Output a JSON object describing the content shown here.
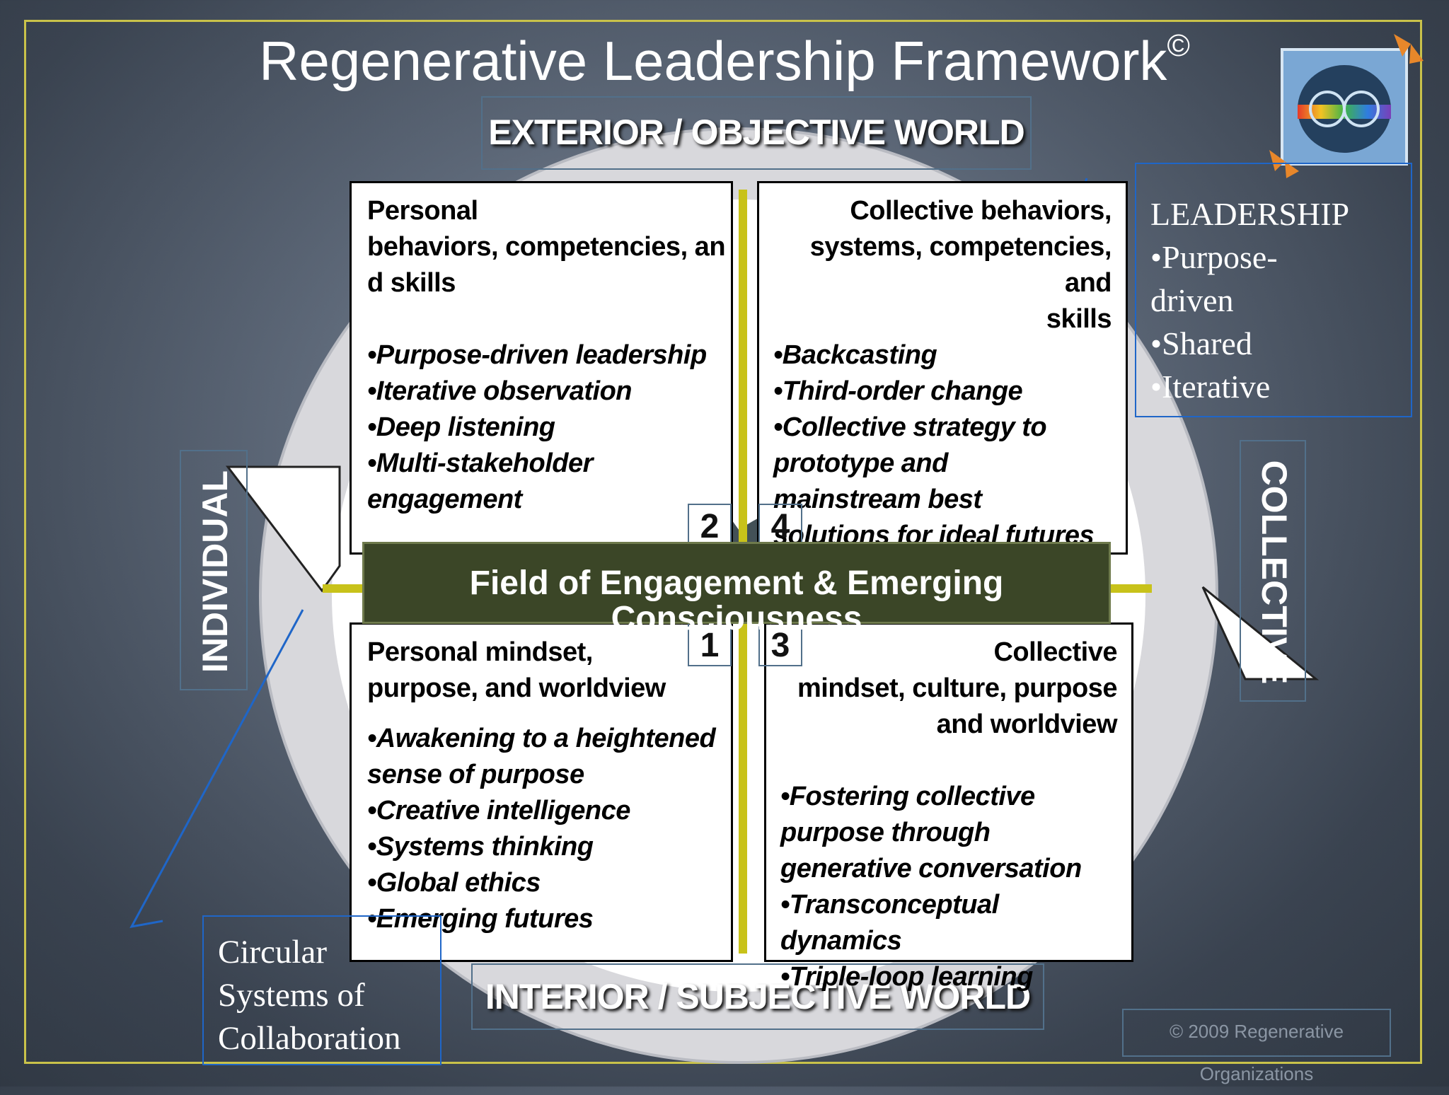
{
  "title": "Regenerative Leadership Framework",
  "title_mark": "©",
  "labels": {
    "exterior": "EXTERIOR / OBJECTIVE WORLD",
    "interior": "INTERIOR / SUBJECTIVE WORLD",
    "individual": "INDIVIDUAL",
    "collective": "COLLECTIVE"
  },
  "quadrants": {
    "q2": {
      "number": "2",
      "heading_lines": [
        "Personal",
        "behaviors, competencies, an",
        "d skills"
      ],
      "items": [
        "•Purpose-driven leadership",
        "•Iterative observation",
        "•Deep listening",
        "•Multi-stakeholder engagement"
      ]
    },
    "q4": {
      "number": "4",
      "heading_lines": [
        "Collective behaviors,",
        "systems, competencies, and",
        "skills"
      ],
      "items": [
        "•Backcasting",
        "•Third-order change",
        "•Collective strategy to prototype and mainstream best solutions for ideal futures (triple top line)"
      ]
    },
    "q1": {
      "number": "1",
      "heading_lines": [
        "Personal mindset,",
        "purpose,  and worldview"
      ],
      "items": [
        "•Awakening to a heightened sense of purpose",
        "•Creative intelligence",
        "•Systems thinking",
        "•Global ethics",
        "•Emerging futures"
      ]
    },
    "q3": {
      "number": "3",
      "heading_lines": [
        "Collective",
        "mindset, culture,  purpose",
        "and worldview"
      ],
      "items": [
        "•Fostering collective purpose through generative conversation",
        "•Transconceptual dynamics",
        "•Triple-loop learning"
      ]
    }
  },
  "field": "Field of Engagement & Emerging Consciousness",
  "leadership": {
    "heading": "LEADERSHIP",
    "items": [
      "•Purpose-driven",
      "•Shared",
      "•Iterative"
    ]
  },
  "circular": "Circular Systems of Collaboration",
  "copyright": "© 2009 Regenerative Organizations",
  "colors": {
    "frame": "#c9c24a",
    "axis": "#c8c21a",
    "field": "#3b4627",
    "callout": "#1f66c8"
  }
}
